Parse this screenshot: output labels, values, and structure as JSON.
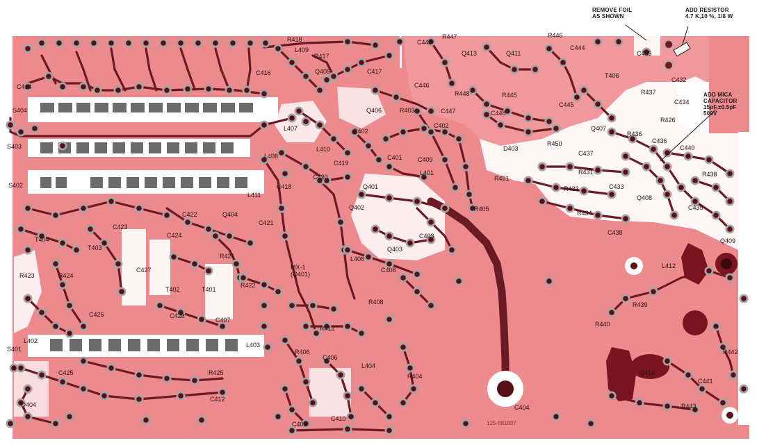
{
  "annotations": {
    "remove_foil": "REMOVE FOIL\nAS SHOWN",
    "add_resistor": "ADD RESISTOR\n4.7 K,10 %, 1/8 W",
    "add_mica": "ADD MICA\nCAPACITOR\n15pF,±0.5pF\n500V"
  },
  "board_code": "125-881837",
  "labels": {
    "R418": "R418",
    "L409": "L409",
    "C414": "C414",
    "S404": "S404",
    "C416": "C416",
    "S403": "S403",
    "S402": "S402",
    "C417": "C417",
    "Q405": "Q405",
    "R417": "R417",
    "C418": "C418",
    "L407": "L407",
    "L408": "L408",
    "C419": "C419",
    "C420": "C420",
    "L410": "L410",
    "L411": "L411",
    "Q406": "Q406",
    "R403": "R403",
    "C402": "C402",
    "R402": "R402",
    "C401": "C401",
    "C409": "C409",
    "L401": "L401",
    "Q401": "Q401",
    "Q402": "Q402",
    "C403": "C403",
    "Q403": "Q403",
    "R405": "R405",
    "R451": "R451",
    "C443": "C443",
    "R447": "R447",
    "R446": "R446",
    "C444": "C444",
    "Q413": "Q413",
    "Q411": "Q411",
    "C446": "C446",
    "R448": "R448",
    "R445": "R445",
    "C447": "C447",
    "C448": "C448",
    "C445": "C445",
    "D403": "D403",
    "R450": "R450",
    "C437": "C437",
    "R431": "R431",
    "R433": "R433",
    "R434": "R434",
    "C435": "C435",
    "C432": "C432",
    "T406": "T406",
    "R437": "R437",
    "C434": "C434",
    "R426": "R426",
    "R436": "R436",
    "C436": "C436",
    "C440": "C440",
    "Q407": "Q407",
    "C433": "C433",
    "Q408": "Q408",
    "C439": "C439",
    "C438": "C438",
    "Q409": "Q409",
    "R438": "R438",
    "R439": "R439",
    "R440": "R440",
    "Q410": "Q410",
    "C441": "C441",
    "R442": "R442",
    "R443": "R443",
    "T404": "T404",
    "T403": "T403",
    "T402": "T402",
    "T401": "T401",
    "C423": "C423",
    "C422": "C422",
    "C424": "C424",
    "Q404": "Q404",
    "C427": "C427",
    "C426": "C426",
    "C428": "C428",
    "R424": "R424",
    "R423": "R423",
    "R422": "R422",
    "R421": "R421",
    "MX1": "MX-1\n(Q401)",
    "L406": "L406",
    "C408": "C408",
    "R408": "R408",
    "R412": "R412",
    "L404": "L404",
    "R404": "R404",
    "R406": "R406",
    "C406": "C406",
    "C404": "C404",
    "C405": "C405",
    "C410": "C410",
    "C412": "C412",
    "R425": "R425",
    "L403": "L403",
    "C407": "C407",
    "C421": "C421",
    "L402": "L402",
    "C425": "C425",
    "S401": "S401",
    "Q404b": "Q404",
    "L412": "L412"
  },
  "colors": {
    "board": "#ec8a8e",
    "board_light": "#f2a5a8",
    "trace": "#6a1a22",
    "pad_ring": "#a4a4a4",
    "pad_center": "#5a0e18",
    "pad_large": "#7a1420",
    "switch_cut": "#ffffff",
    "switch_pad": "#6b6b6b",
    "background": "#ffffff"
  }
}
